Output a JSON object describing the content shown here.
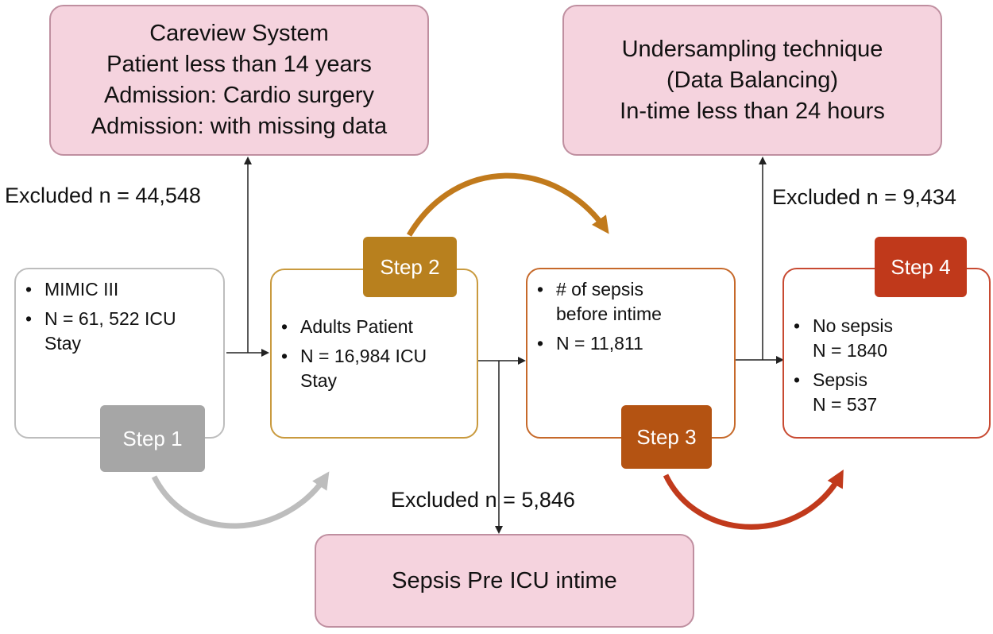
{
  "top_left_box": {
    "lines": [
      "Careview System",
      "Patient less than 14 years",
      "Admission: Cardio surgery",
      "Admission: with missing data"
    ]
  },
  "top_right_box": {
    "lines": [
      "Undersampling technique",
      "(Data Balancing)",
      "In-time less than 24 hours"
    ]
  },
  "bottom_box": {
    "text": "Sepsis Pre ICU intime"
  },
  "excluded": {
    "e1": "Excluded n = 44,548",
    "e2": "Excluded n = 5,846",
    "e3": "Excluded n = 9,434"
  },
  "steps": {
    "s1": {
      "label": "Step 1",
      "color": "#a6a6a6"
    },
    "s2": {
      "label": "Step 2",
      "color": "#b8801e"
    },
    "s3": {
      "label": "Step 3",
      "color": "#b45312"
    },
    "s4": {
      "label": "Step 4",
      "color": "#c0391b"
    }
  },
  "box1": {
    "items": [
      [
        "MIMIC III"
      ],
      [
        "N = 61, 522 ICU",
        "Stay"
      ]
    ],
    "border_color": "#bdbdbd"
  },
  "box2": {
    "items": [
      [
        "Adults Patient"
      ],
      [
        "N = 16,984 ICU",
        "Stay"
      ]
    ],
    "border_color": "#c99a3e"
  },
  "box3": {
    "items": [
      [
        "# of sepsis",
        "before intime"
      ],
      [
        "N = 11,811"
      ]
    ],
    "border_color": "#c6692a"
  },
  "box4": {
    "items": [
      [
        "No sepsis",
        "N = 1840"
      ],
      [
        "Sepsis",
        "N = 537"
      ]
    ],
    "border_color": "#c84a32"
  },
  "arc_colors": {
    "gray": "#bdbdbd",
    "gold": "#c17a1c",
    "red": "#c13a1c"
  }
}
